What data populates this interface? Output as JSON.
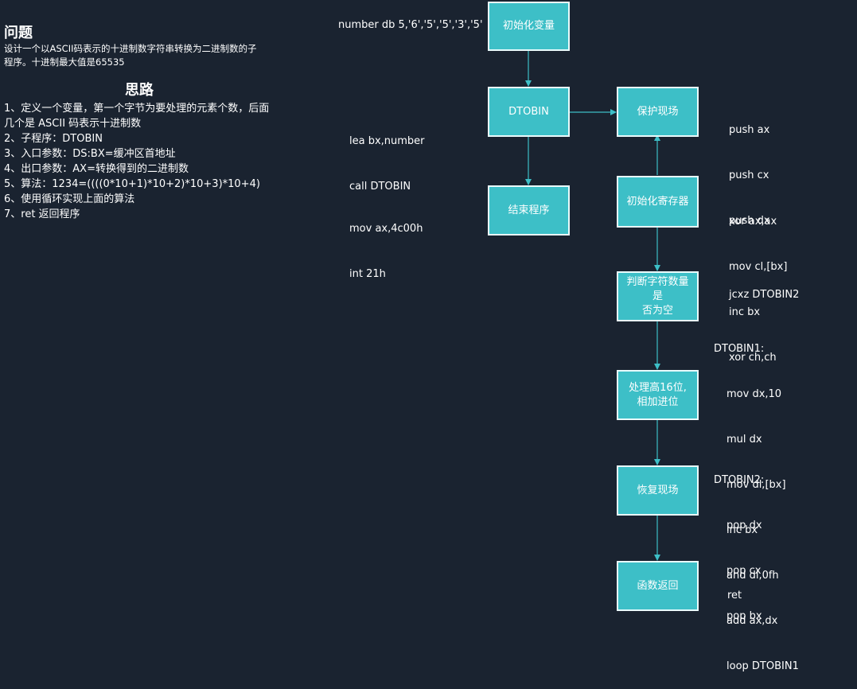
{
  "problem": {
    "title": "问题",
    "desc_line1": "设计一个以ASCII码表示的十进制数字符串转换为二进制数的子",
    "desc_line2": "程序。十进制最大值是65535"
  },
  "approach": {
    "title": "思路",
    "lines": [
      "1、定义一个变量，第一个字节为要处理的元素个数，后面",
      "几个是 ASCII 码表示十进制数",
      "2、子程序：DTOBIN",
      "3、入口参数：DS:BX=缓冲区首地址",
      "4、出口参数：AX=转换得到的二进制数",
      "5、算法：1234=((((0*10+1)*10+2)*10+3)*10+4)",
      "6、使用循环实现上面的算法",
      "7、ret 返回程序"
    ]
  },
  "nodes": {
    "init_var": "初始化变量",
    "dtobin": "DTOBIN",
    "end_prog": "结束程序",
    "protect": "保护现场",
    "init_reg": "初始化寄存器",
    "check_line1": "判断字符数量是",
    "check_line2": "否为空",
    "process_line1": "处理高16位,",
    "process_line2": "相加进位",
    "restore": "恢复现场",
    "ret": "函数返回"
  },
  "code": {
    "number_def": "number db 5,'6','5','5','3','5'",
    "call_block": [
      "lea bx,number",
      "call DTOBIN"
    ],
    "exit_block": [
      "mov ax,4c00h",
      "int 21h"
    ],
    "push_block": [
      "push ax",
      "push cx",
      "push dx"
    ],
    "init_block": [
      "xor ax,ax",
      "mov cl,[bx]",
      "inc bx",
      "xor ch,ch"
    ],
    "jcxz": "jcxz DTOBIN2",
    "dtobin1_label": "DTOBIN1:",
    "dtobin1_block": [
      "mov dx,10",
      "mul dx",
      "mov dl,[bx]",
      "inc bx",
      "and dl,0fh",
      "add ax,dx",
      "loop DTOBIN1"
    ],
    "dtobin2_label": "DTOBIN2:",
    "dtobin2_block": [
      "pop dx",
      "pop cx",
      "pop bx"
    ],
    "ret": "ret"
  },
  "colors": {
    "background": "#1a2330",
    "node_fill": "#3dbfc7",
    "node_border": "#e9fbfc",
    "connector": "#3dbfc7"
  }
}
